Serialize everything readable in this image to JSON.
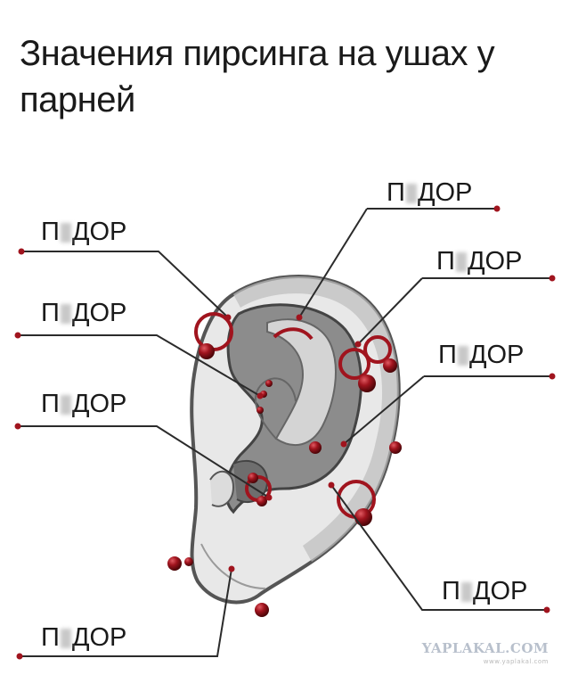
{
  "title": "Значения пирсинга на ушах у парней",
  "labels": [
    {
      "id": "top-right",
      "text_start": "П",
      "text_end": "ДОР"
    },
    {
      "id": "left-1",
      "text_start": "П",
      "text_end": "ДОР"
    },
    {
      "id": "right-2",
      "text_start": "П",
      "text_end": "ДОР"
    },
    {
      "id": "left-2",
      "text_start": "П",
      "text_end": "ДОР"
    },
    {
      "id": "right-3",
      "text_start": "П",
      "text_end": "ДОР"
    },
    {
      "id": "left-3",
      "text_start": "П",
      "text_end": "ДОР"
    },
    {
      "id": "right-4",
      "text_start": "П",
      "text_end": "ДОР"
    },
    {
      "id": "bottom-left",
      "text_start": "П",
      "text_end": "ДОР"
    }
  ],
  "watermark": "YAPLAKAL.COM",
  "watermark_small": "www.yaplakal.com",
  "colors": {
    "jewelry": "#a0141e",
    "line": "#2b2b2b",
    "ear_outer": "#e6e6e6",
    "ear_inner": "#8e8e8e"
  }
}
